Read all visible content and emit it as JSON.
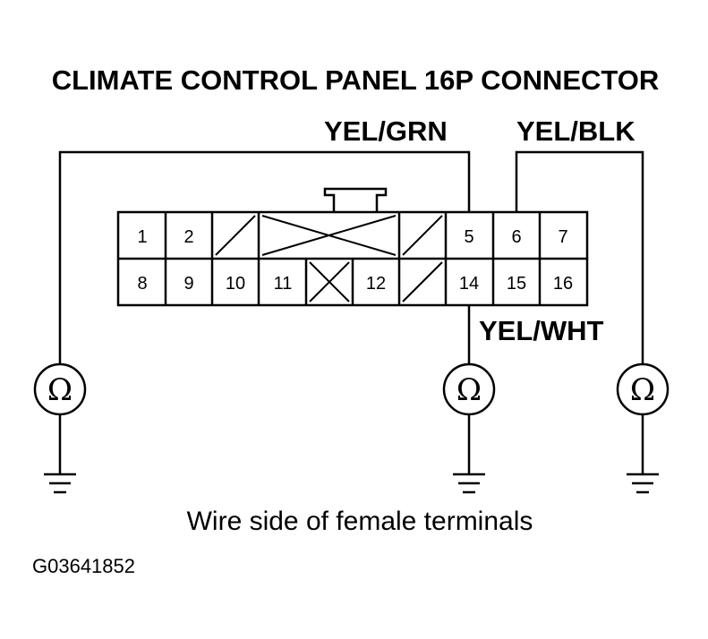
{
  "title": "CLIMATE CONTROL PANEL 16P CONNECTOR",
  "wires": {
    "yel_grn": "YEL/GRN",
    "yel_blk": "YEL/BLK",
    "yel_wht": "YEL/WHT"
  },
  "pins": {
    "p1": "1",
    "p2": "2",
    "p5": "5",
    "p6": "6",
    "p7": "7",
    "p8": "8",
    "p9": "9",
    "p10": "10",
    "p11": "11",
    "p12": "12",
    "p14": "14",
    "p15": "15",
    "p16": "16"
  },
  "meter_symbol": "Ω",
  "caption": "Wire side of female terminals",
  "figure_code": "G03641852",
  "colors": {
    "line": "#000000",
    "background": "#ffffff"
  }
}
